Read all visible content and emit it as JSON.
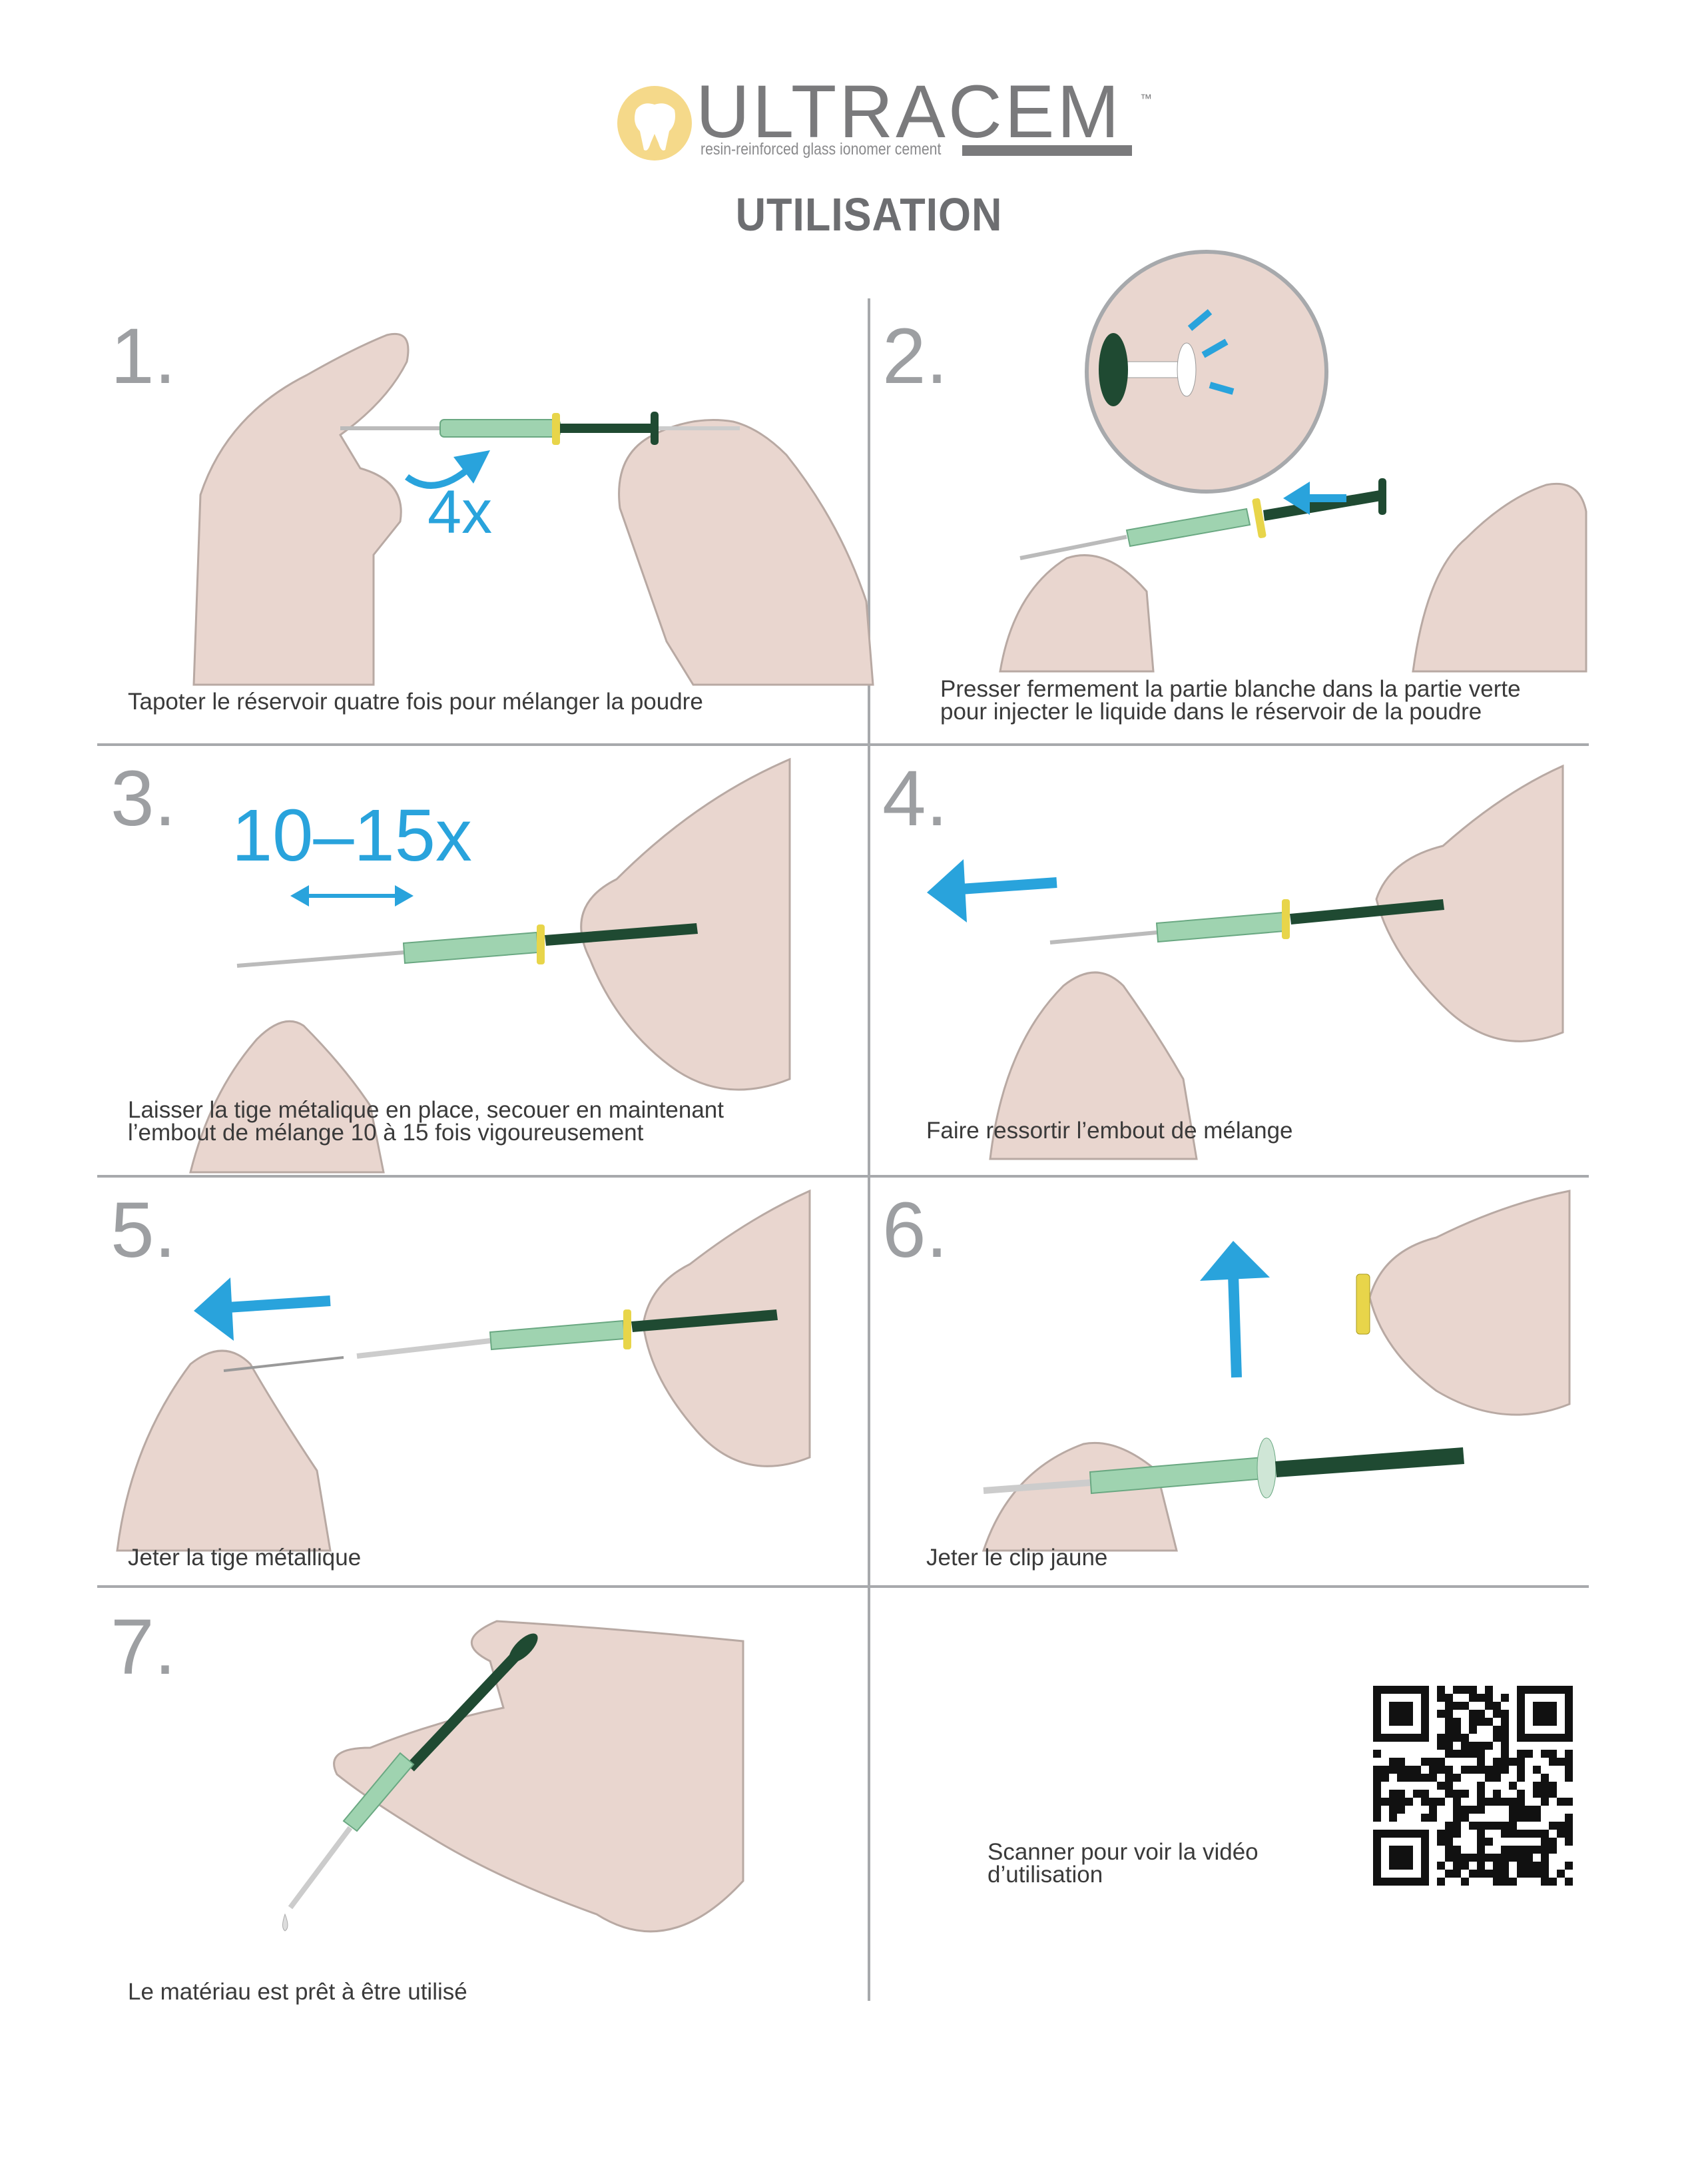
{
  "header": {
    "logo_name": "ULTRACEM",
    "logo_tm": "™",
    "logo_tagline": "resin-reinforced glass ionomer cement",
    "title": "UTILISATION"
  },
  "steps": [
    {
      "number": "1.",
      "caption": "Tapoter le réservoir quatre fois pour mélanger la poudre",
      "annotation": "4x"
    },
    {
      "number": "2.",
      "caption_lines": [
        "Presser fermement la partie blanche dans la partie verte",
        "pour injecter le liquide dans le réservoir de la poudre"
      ]
    },
    {
      "number": "3.",
      "caption_lines": [
        "Laisser la tige métalique en place, secouer en maintenant",
        "l’embout de mélange 10 à 15 fois vigoureusement"
      ],
      "annotation": "10–15x"
    },
    {
      "number": "4.",
      "caption": "Faire ressortir l’embout de mélange"
    },
    {
      "number": "5.",
      "caption": "Jeter la tige métallique"
    },
    {
      "number": "6.",
      "caption": "Jeter le clip jaune"
    },
    {
      "number": "7.",
      "caption": "Le matériau est prêt à être utilisé"
    }
  ],
  "qr": {
    "caption_lines": [
      "Scanner pour voir la vidéo",
      "d’utilisation"
    ]
  },
  "colors": {
    "accent": "#29a3dc",
    "gray": "#6d6e71",
    "skin": "#e9d6cf",
    "syringe_dark": "#1f4a32",
    "syringe_light": "#9fd3b0",
    "clip": "#e8d54a",
    "logo_gold": "#f5d98a"
  }
}
